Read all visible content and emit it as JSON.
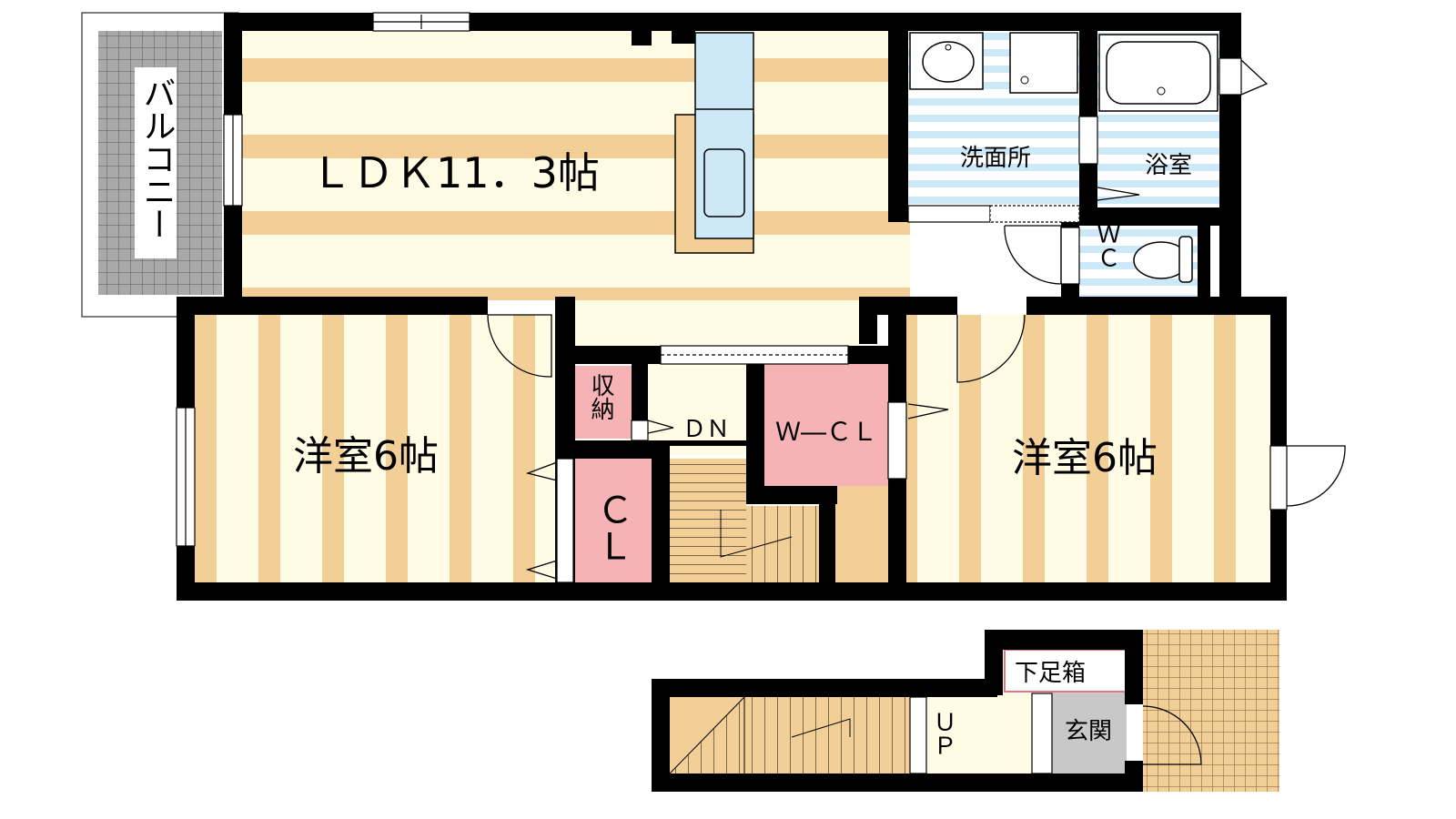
{
  "rooms": {
    "ldk": "ＬＤＫ11．3帖",
    "western_left": "洋室6帖",
    "western_right": "洋室6帖",
    "washroom": "洗面所",
    "bathroom": "浴室",
    "wc": "ＷＣ",
    "storage": "収納",
    "closet": "ＣＬ",
    "walk_in_closet": "Ｗ―ＣＬ",
    "stairs_down": "ＤＮ",
    "stairs_up": "ＵＰ",
    "shoe_box": "下足箱",
    "entrance": "玄関",
    "balcony": "バルコニー"
  },
  "colors": {
    "wall": "#000000",
    "floor_stripe": "#f2cf96",
    "floor_light": "#fffbe4",
    "wet_area": "#cde9f8",
    "closet": "#f6b3b5",
    "entrance": "#c8c8c8",
    "balcony": "#a9a9a9"
  }
}
